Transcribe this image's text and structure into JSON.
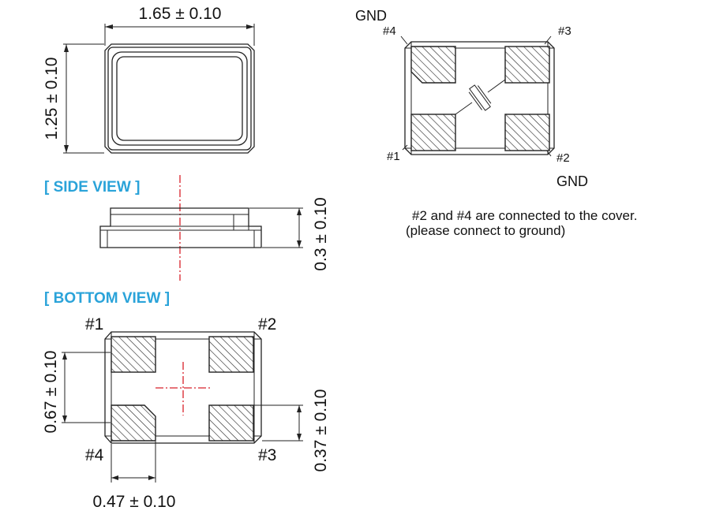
{
  "top_view": {
    "width_dim": "1.65 ± 0.10",
    "height_dim": "1.25 ± 0.10"
  },
  "side_view": {
    "title": "[ SIDE VIEW ]",
    "thickness_dim": "0.3 ± 0.10"
  },
  "bottom_view": {
    "title": "[ BOTTOM  VIEW ]",
    "pins": [
      "#1",
      "#2",
      "#3",
      "#4"
    ],
    "pad_pitch_vertical_dim": "0.67 ± 0.10",
    "pad_height_dim": "0.37 ± 0.10",
    "pad_width_dim": "0.47 ± 0.10"
  },
  "schematic": {
    "gnd_top": "GND",
    "gnd_bottom": "GND",
    "pins": [
      "#1",
      "#2",
      "#3",
      "#4"
    ],
    "note_line1": "#2 and #4 are connected to the cover.",
    "note_line2": "(please connect to ground)"
  },
  "colors": {
    "section_title": "#2aa3d9",
    "center_line": "#d8202a",
    "outline": "#222222"
  }
}
